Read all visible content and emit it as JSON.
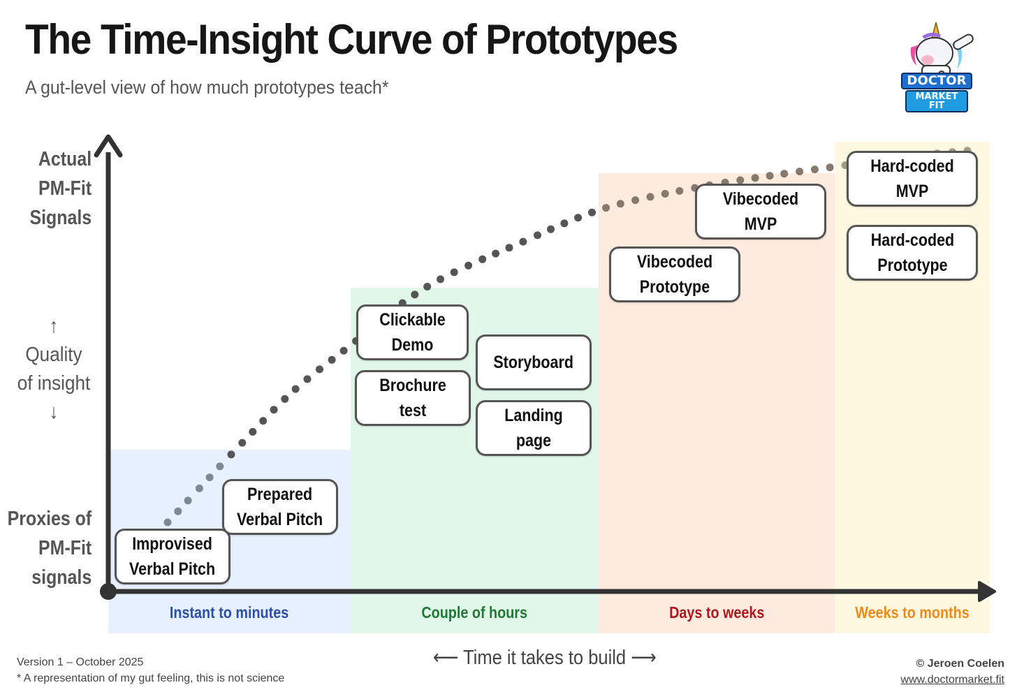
{
  "header": {
    "title": "The Time-Insight Curve of Prototypes",
    "subtitle": "A gut-level view of how much prototypes teach*"
  },
  "logo": {
    "line1": "DOCTOR",
    "line2": "MARKET FIT",
    "icon": "dabbing-unicorn-doctor"
  },
  "y_axis": {
    "top_label": [
      "Actual",
      "PM-Fit",
      "Signals"
    ],
    "middle_label": [
      "↑",
      "Quality",
      "of insight",
      "↓"
    ],
    "bottom_label": [
      "Proxies of",
      "PM-Fit",
      "signals"
    ]
  },
  "x_axis": {
    "label": "⟵ Time it takes to build ⟶",
    "categories": [
      {
        "label": "Instant to minutes",
        "color": "#2a4fa8",
        "band": "#e6f0fe"
      },
      {
        "label": "Couple of hours",
        "color": "#1f7a33",
        "band": "#e0f7ea"
      },
      {
        "label": "Days to weeks",
        "color": "#b3161c",
        "band": "#fdebdf"
      },
      {
        "label": "Weeks to months",
        "color": "#f08a16",
        "band": "#fef8e0"
      }
    ]
  },
  "prototypes": [
    {
      "label": "Improvised\nVerbal Pitch"
    },
    {
      "label": "Prepared\nVerbal Pitch"
    },
    {
      "label": "Clickable Demo"
    },
    {
      "label": "Brochure test"
    },
    {
      "label": "Storyboard"
    },
    {
      "label": "Landing page"
    },
    {
      "label": "Vibecoded\nPrototype"
    },
    {
      "label": "Vibecoded MVP"
    },
    {
      "label": "Hard-coded MVP"
    },
    {
      "label": "Hard-coded\nPrototype"
    }
  ],
  "footer": {
    "version": "Version 1 – October 2025",
    "note": "* A representation of my gut feeling, this is not science",
    "copyright": "© Jeroen Coelen",
    "url": "www.doctormarket.fit"
  },
  "colors": {
    "axis": "#333333",
    "dots": "#555555",
    "card_border": "#555555"
  }
}
